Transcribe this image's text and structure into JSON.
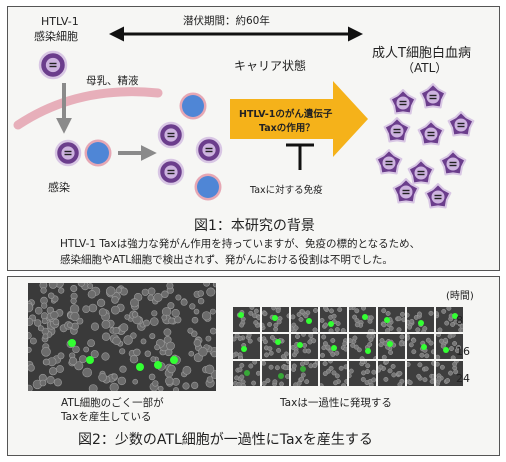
{
  "figure1": {
    "htlv_label_1": "HTLV-1",
    "htlv_label_2": "感染細胞",
    "latency_label": "潜伏期間：約60年",
    "carrier_state": "キャリア状態",
    "transmission": "母乳、精液",
    "infection": "感染",
    "arrow_text_1": "HTLV-1のがん遺伝子",
    "arrow_text_2": "Taxの作用？",
    "immunity": "Taxに対する免疫",
    "atl_title_1": "成人T細胞白血病",
    "atl_title_2": "（ATL）",
    "caption": "図1：本研究の背景",
    "description_1": "HTLV-1 Taxは強力な発がん作用を持っていますが、免疫の標的となるため、",
    "description_2": "感染細胞やATL細胞で検出されず、発がんにおける役割は不明でした。",
    "colors": {
      "arrow_orange": "#f5b21a",
      "cell_purple": "#6b3d8c",
      "cell_blue": "#4f86d6",
      "pink": "#e6a7b4"
    }
  },
  "figure2": {
    "time_unit": "(時間)",
    "time_labels": [
      "8",
      "16",
      "24"
    ],
    "left_caption_1": "ATL細胞のごく一部が",
    "left_caption_2": "Taxを産生している",
    "right_caption": "Taxは一過性に発現する",
    "caption": "図2：少数のATL細胞が一過性にTaxを産生する",
    "colors": {
      "gfp_green": "#33ff33"
    }
  }
}
